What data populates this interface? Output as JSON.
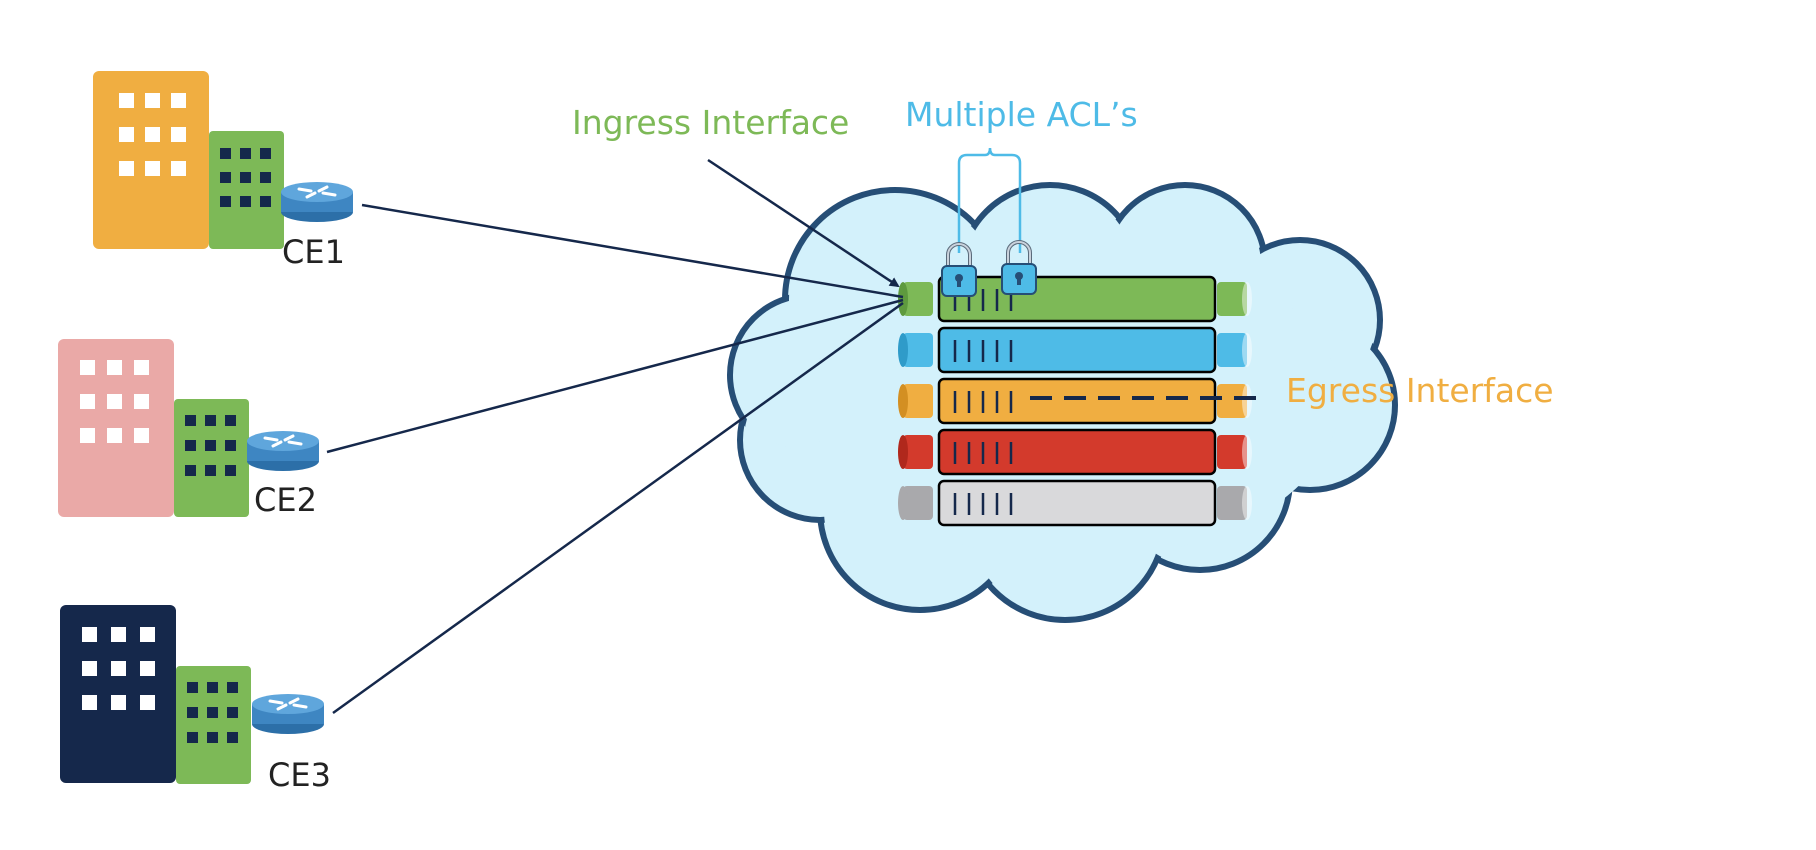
{
  "labels": {
    "ingress": "Ingress Interface",
    "multiple_acls": "Multiple ACL’s",
    "egress": "Egress Interface"
  },
  "sites": [
    {
      "router_label": "CE1",
      "building_color": "#F0AE41",
      "annex_color": "#7DB957"
    },
    {
      "router_label": "CE2",
      "building_color": "#EAA9A7",
      "annex_color": "#7DB957"
    },
    {
      "router_label": "CE3",
      "building_color": "#15284B",
      "annex_color": "#7DB957"
    }
  ],
  "interfaces": [
    {
      "name": "green",
      "color": "#7DB957"
    },
    {
      "name": "blue",
      "color": "#4EBBE7"
    },
    {
      "name": "orange",
      "color": "#F0AE41"
    },
    {
      "name": "red",
      "color": "#D33A2C"
    },
    {
      "name": "gray",
      "color": "#D9D9DB"
    }
  ],
  "colors": {
    "cloud_fill": "#D3F1FB",
    "cloud_stroke": "#264E76",
    "line": "#15284B",
    "ingress_text": "#7DB957",
    "acl_text": "#4EBBE7",
    "egress_text": "#F0AE41",
    "router": "#4A93CC"
  },
  "icons": [
    "building-icon",
    "router-icon",
    "lock-icon",
    "cloud-icon"
  ]
}
